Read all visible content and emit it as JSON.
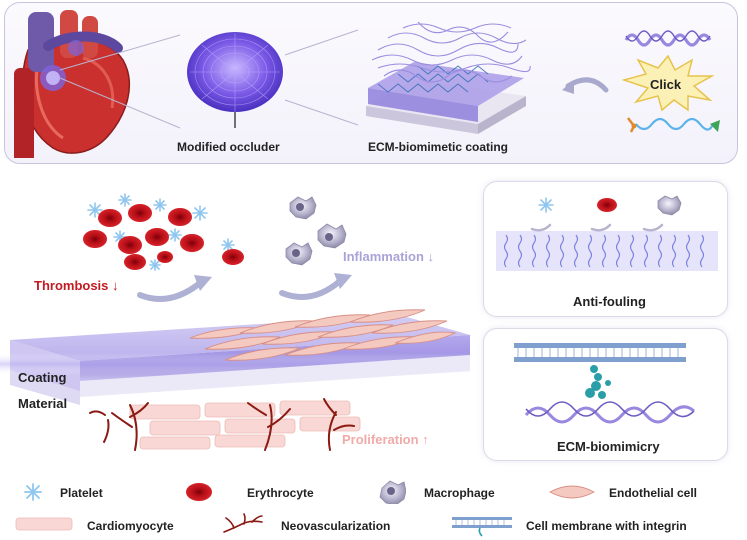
{
  "top_panel": {
    "occluder_label": "Modified occluder",
    "coating_label": "ECM-biomimetic coating",
    "click_label": "Click"
  },
  "middle": {
    "thrombosis_label": "Thrombosis",
    "thrombosis_arrow": "↓",
    "inflammation_label": "Inflammation",
    "inflammation_arrow": "↓",
    "proliferation_label": "Proliferation",
    "proliferation_arrow": "↑",
    "coating_layer_label": "Coating",
    "material_layer_label": "Material"
  },
  "right_panels": {
    "antifouling_label": "Anti-fouling",
    "biomimicry_label": "ECM-biomimicry"
  },
  "legend": [
    {
      "icon": "platelet-icon",
      "label": "Platelet"
    },
    {
      "icon": "erythrocyte-icon",
      "label": "Erythrocyte"
    },
    {
      "icon": "macrophage-icon",
      "label": "Macrophage"
    },
    {
      "icon": "endothelial-cell-icon",
      "label": "Endothelial cell"
    },
    {
      "icon": "cardiomyocyte-icon",
      "label": "Cardiomyocyte"
    },
    {
      "icon": "neovascularization-icon",
      "label": "Neovascularization"
    },
    {
      "icon": "cell-membrane-integrin-icon",
      "label": "Cell membrane with integrin"
    }
  ],
  "colors": {
    "red_cell": "#c8101a",
    "thrombosis_text": "#c41a22",
    "inflammation_text": "#a9a3d8",
    "proliferation_text": "#f0aaa8",
    "coating_purple": "#a99ce6",
    "endothelial": "#f4c9c0"
  }
}
